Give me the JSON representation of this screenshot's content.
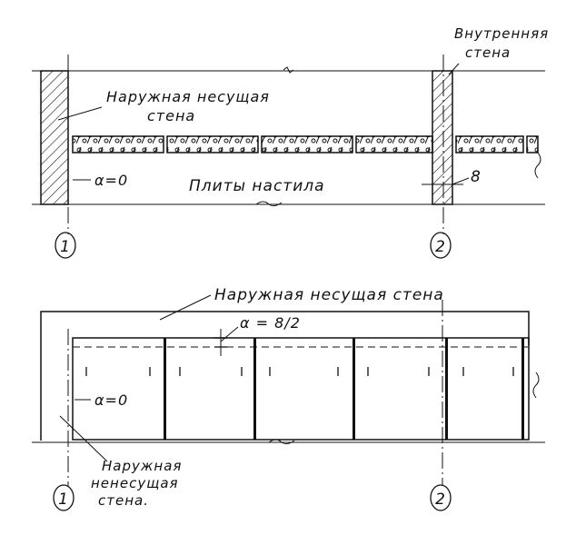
{
  "labels": {
    "inner_wall_line1": "Внутренняя",
    "inner_wall_line2": "стена",
    "outer_bearing_wall_line1": "Наружная несущая",
    "outer_bearing_wall_line2": "стена",
    "alpha_top": "α=0",
    "slabs": "Плиты настила",
    "b_dim": "8",
    "outer_bearing_wall_bottom": "Наружная несущая стена",
    "alpha_half": "α = 8/2",
    "alpha_bottom": "α=0",
    "outer_nonbearing_line1": "Наружная",
    "outer_nonbearing_line2": "ненесущая",
    "outer_nonbearing_line3": "стена."
  },
  "axes": {
    "axis_1_top": "1",
    "axis_2_top": "2",
    "axis_1_bottom": "1",
    "axis_2_bottom": "2"
  },
  "colors": {
    "ink": "#111111",
    "paper": "#ffffff"
  }
}
